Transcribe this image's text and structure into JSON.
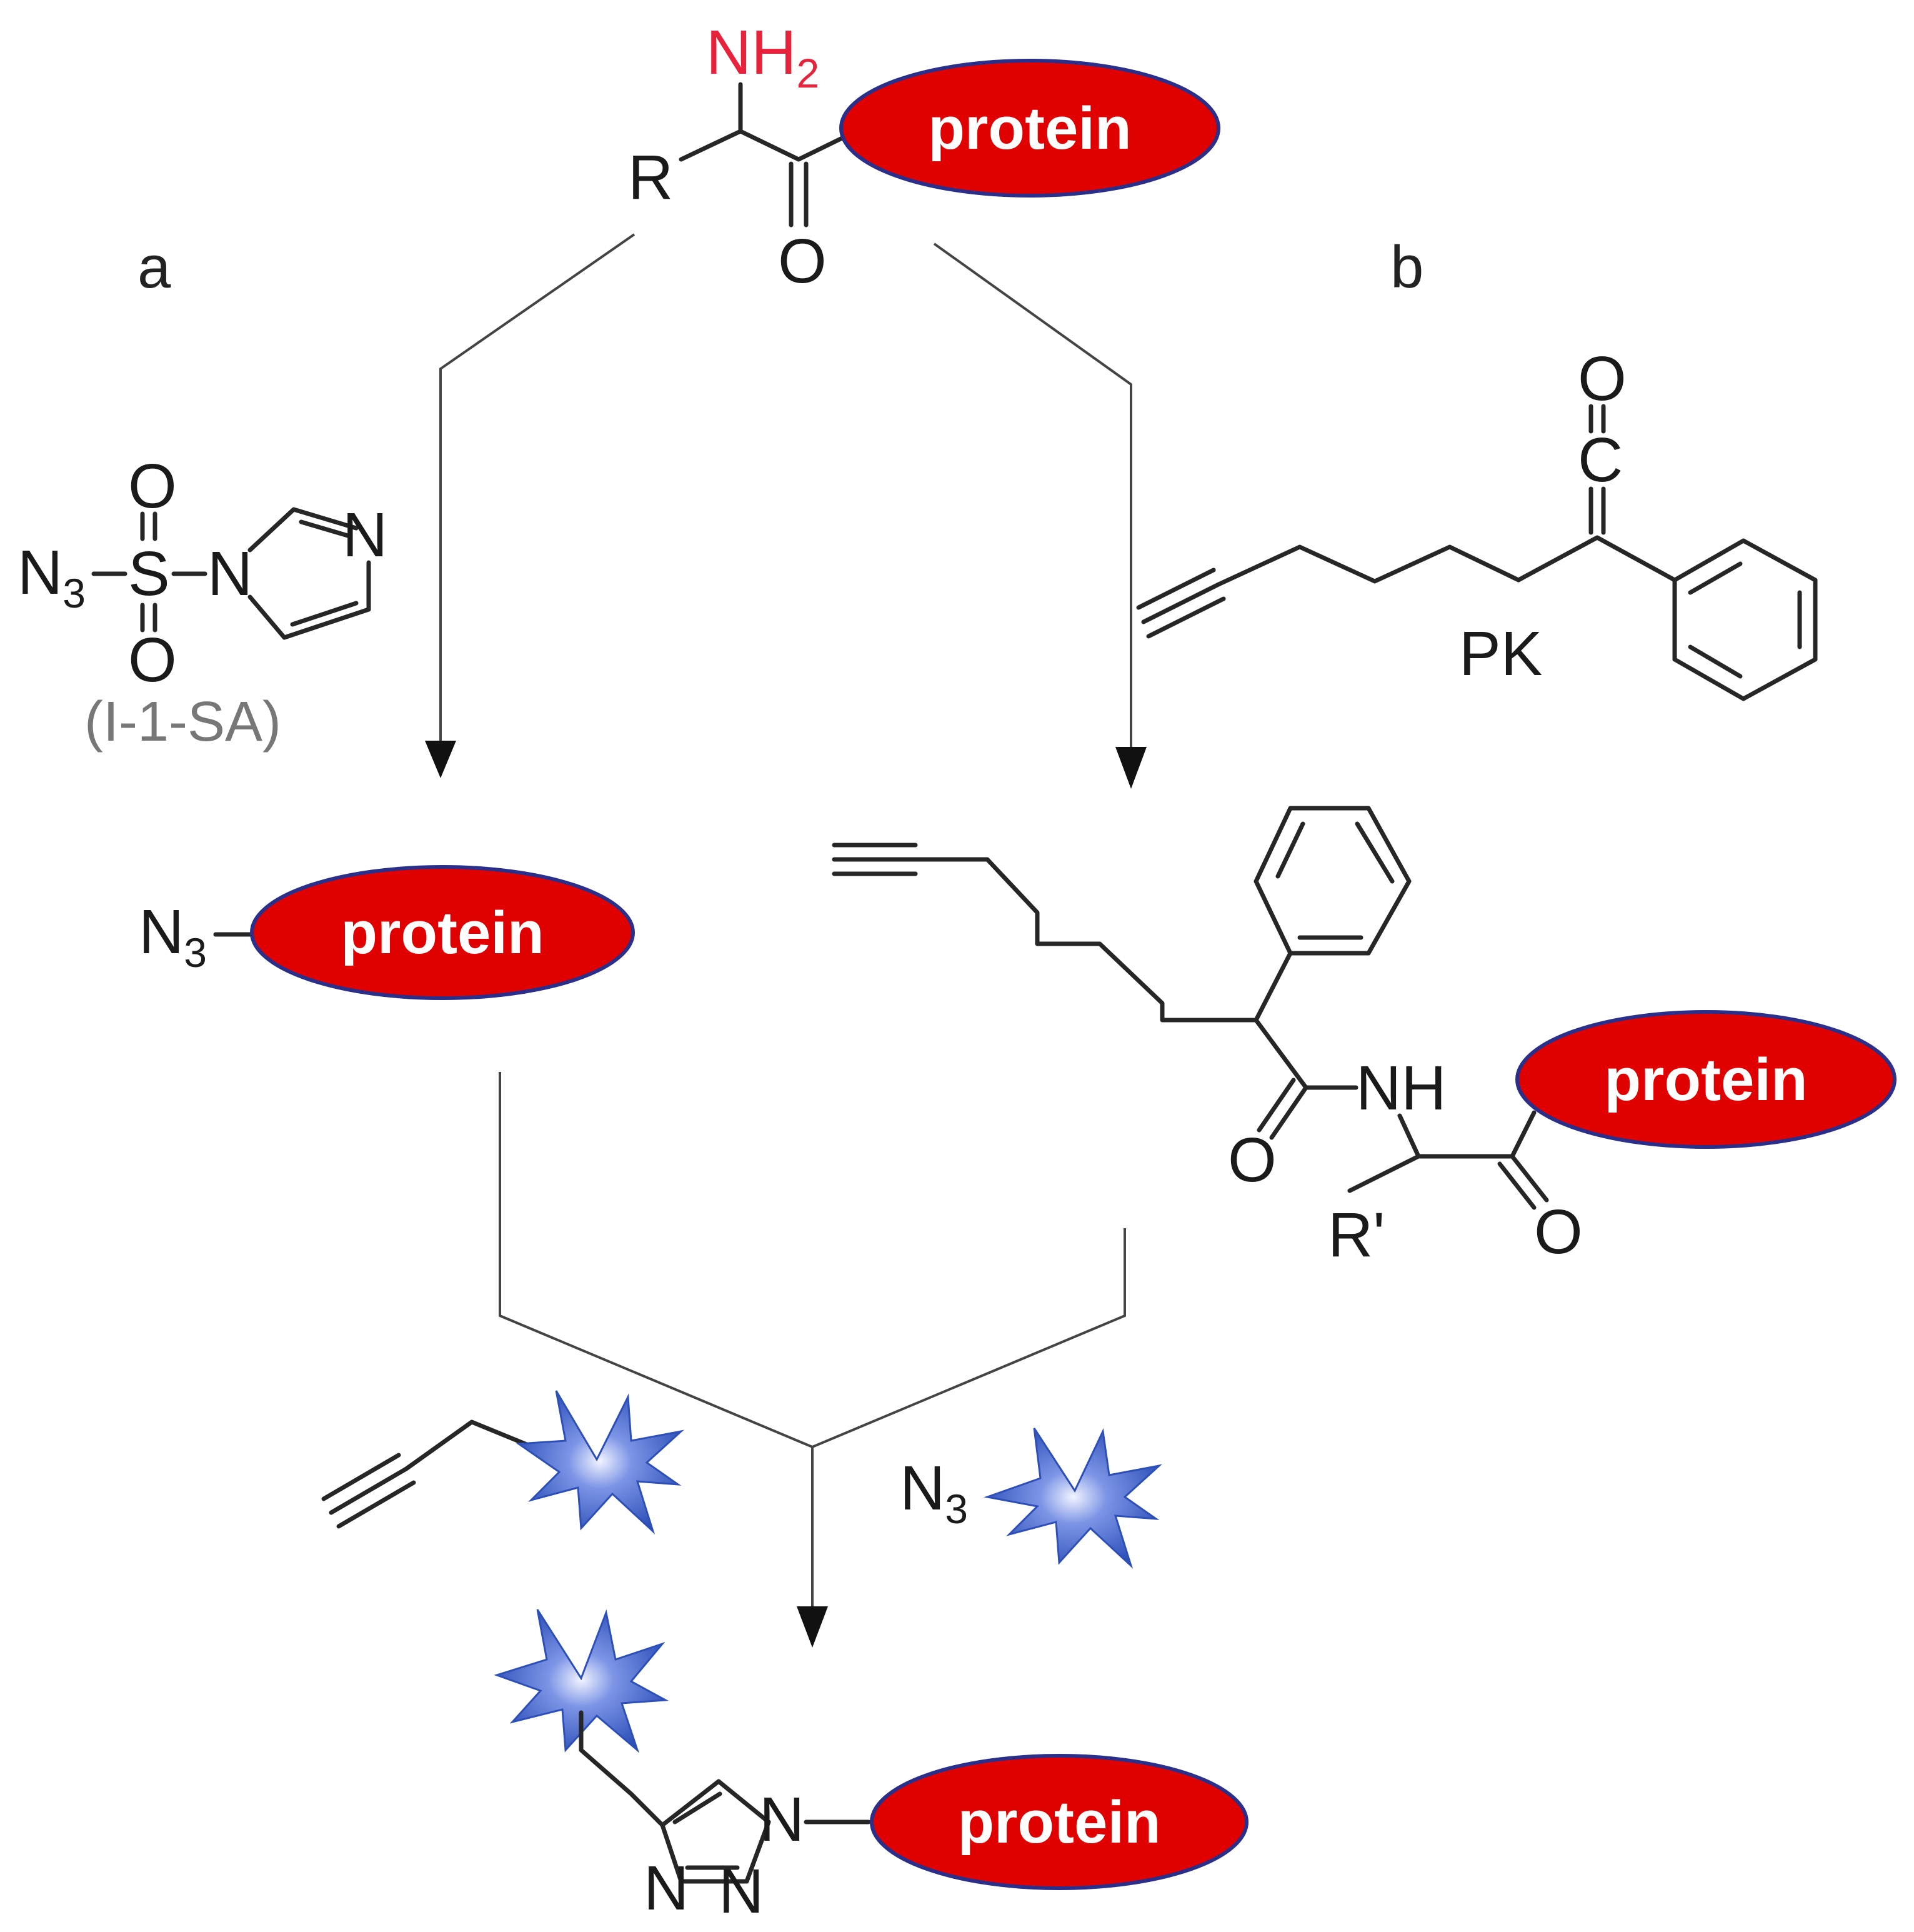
{
  "panels": {
    "a": "a",
    "b": "b"
  },
  "top": {
    "amine": "NH",
    "amine_sub": "2",
    "r": "R",
    "oxygen": "O",
    "protein": "protein"
  },
  "reagent_a": {
    "n3": "N",
    "n3_sub": "3",
    "s": "S",
    "n_ring": "N",
    "n_ring2": "N",
    "o_top": "O",
    "o_bottom": "O",
    "name": "(I-1-SA)"
  },
  "reagent_b": {
    "o": "O",
    "c": "C",
    "label": "PK"
  },
  "product_a": {
    "n3": "N",
    "n3_sub": "3",
    "protein": "protein"
  },
  "product_b": {
    "nh": "NH",
    "o1": "O",
    "o2": "O",
    "r_prime": "R'",
    "protein": "protein"
  },
  "probes": {
    "azide_n": "N",
    "azide_sub": "3"
  },
  "final": {
    "n1": "N",
    "n2": "N",
    "n3": "N",
    "protein": "protein"
  },
  "colors": {
    "protein_fill": "#e00000",
    "protein_outline": "#2a2f8a",
    "amine": "#e8223a",
    "fluorophore": "#3a5fc8"
  }
}
